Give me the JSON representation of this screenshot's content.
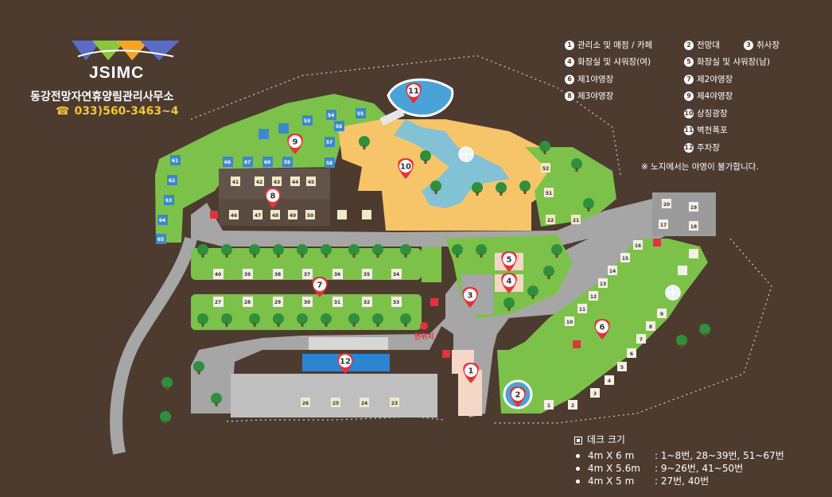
{
  "header": {
    "logo_text": "JSIMC",
    "org_name": "동강전망자연휴양림관리사무소",
    "phone_icon": "telephone-icon",
    "phone": "033)560-3463~4"
  },
  "legend": {
    "items": [
      {
        "num": "1",
        "label": "관리소 및 매점 / 카페"
      },
      {
        "num": "2",
        "label": "전망대"
      },
      {
        "num": "3",
        "label": "취사장"
      },
      {
        "num": "4",
        "label": "화장실 및 샤워장(여)"
      },
      {
        "num": "5",
        "label": "화장실 및 샤워장(남)"
      },
      {
        "num": "6",
        "label": "제1야영장"
      },
      {
        "num": "7",
        "label": "제2야영장"
      },
      {
        "num": "8",
        "label": "제3야영장"
      },
      {
        "num": "9",
        "label": "제4야영장"
      },
      {
        "num": "10",
        "label": "상징광장"
      },
      {
        "num": "11",
        "label": "벽천폭포"
      },
      {
        "num": "12",
        "label": "주차장"
      }
    ],
    "note": "※ 노지에서는 야영이 불가합니다."
  },
  "deck_sizes": {
    "title": "데크 크기",
    "rows": [
      {
        "size": "4m X 6 m",
        "sep": ":",
        "sites": "1~8번, 28~39번, 51~67번"
      },
      {
        "size": "4m X 5.6m",
        "sep": ":",
        "sites": "9~26번, 41~50번"
      },
      {
        "size": "4m X 5 m",
        "sep": ":",
        "sites": "27번, 40번"
      }
    ]
  },
  "map": {
    "current_location": "현위치",
    "markers": [
      "1",
      "2",
      "3",
      "4",
      "5",
      "6",
      "7",
      "8",
      "9",
      "10",
      "11",
      "12"
    ],
    "decks_zone9_blue": [
      "61",
      "62",
      "63",
      "64",
      "65",
      "66",
      "67",
      "60",
      "59",
      "58",
      "57",
      "56",
      "55",
      "54",
      "53"
    ],
    "decks_zone8": [
      "41",
      "42",
      "43",
      "44",
      "45",
      "46",
      "47",
      "48",
      "49",
      "50"
    ],
    "decks_zone7_top": [
      "40",
      "39",
      "38",
      "37",
      "36",
      "35",
      "34"
    ],
    "decks_zone7_bottom": [
      "27",
      "28",
      "29",
      "30",
      "31",
      "32",
      "33"
    ],
    "decks_zone6": [
      "1",
      "2",
      "3",
      "4",
      "5",
      "6",
      "7",
      "8",
      "9",
      "10",
      "11",
      "12",
      "13",
      "14",
      "15",
      "16"
    ],
    "decks_top_right": [
      "20",
      "19",
      "17",
      "18"
    ],
    "decks_zone10_side": [
      "52",
      "51",
      "22",
      "21"
    ],
    "decks_bottom": [
      "26",
      "25",
      "24",
      "23"
    ]
  },
  "colors": {
    "background": "#4d3b30",
    "grass": "#7cc24a",
    "road": "#a6a6a6",
    "marker_red": "#e4323b",
    "plaza_sand": "#f6c56a",
    "water": "#4aa3d8",
    "deck_blue": "#3a89c9",
    "accent_yellow": "#f6c531"
  }
}
